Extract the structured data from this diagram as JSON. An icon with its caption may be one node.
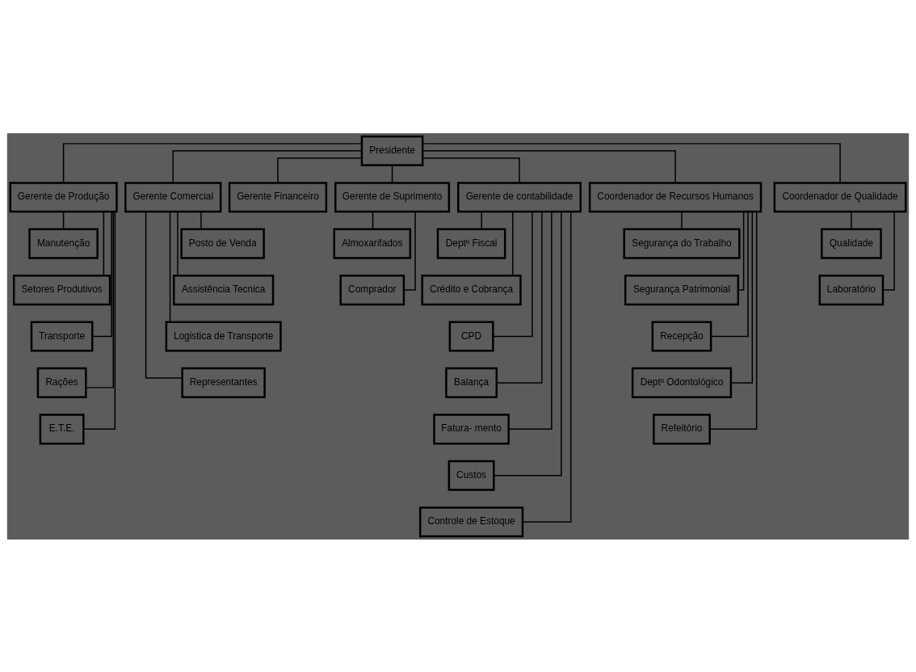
{
  "diagram": {
    "nodes": [
      {
        "text": [
          "Presidente"
        ]
      },
      {
        "text": [
          "Gerente de Produção"
        ]
      },
      {
        "text": [
          "Gerente Comercial"
        ]
      },
      {
        "text": [
          "Gerente Financeiro"
        ]
      },
      {
        "text": [
          "Gerente de Suprimento"
        ]
      },
      {
        "text": [
          "Gerente de contabilidade"
        ]
      },
      {
        "text": [
          "Coordenador de Recursos Humanos"
        ]
      },
      {
        "text": [
          "Coordenador de Qualidade"
        ]
      },
      {
        "text": [
          "Manutenção"
        ]
      },
      {
        "text": [
          "Setores Produtivos"
        ]
      },
      {
        "text": [
          "Transporte"
        ]
      },
      {
        "text": [
          "Rações"
        ]
      },
      {
        "text": [
          "E.T.E."
        ]
      },
      {
        "text": [
          "Posto de Venda"
        ]
      },
      {
        "text": [
          "Assistência Tecnica"
        ]
      },
      {
        "text": [
          "Logistica de Transporte"
        ]
      },
      {
        "text": [
          "Representantes"
        ]
      },
      {
        "text": [
          "Almoxarifados"
        ]
      },
      {
        "text": [
          "Comprador"
        ]
      },
      {
        "text": [
          "Deptº Fiscal"
        ]
      },
      {
        "text": [
          "Crédito e Cobrança"
        ]
      },
      {
        "text": [
          "CPD"
        ]
      },
      {
        "text": [
          "Balança"
        ]
      },
      {
        "text": [
          "Fatura- mento"
        ]
      },
      {
        "text": [
          "Custos"
        ]
      },
      {
        "text": [
          "Controle de Estoque"
        ]
      },
      {
        "text": [
          "Segurança do Trabalho"
        ]
      },
      {
        "text": [
          "Segurança Patrimonial"
        ]
      },
      {
        "text": [
          "Recepção"
        ]
      },
      {
        "text": [
          "Deptº Odontológico"
        ]
      },
      {
        "text": [
          "Refeitório"
        ]
      },
      {
        "text": [
          "Qualidade"
        ]
      },
      {
        "text": [
          "Laboratório"
        ]
      }
    ],
    "edges": [
      {
        "from": 0,
        "to": 1,
        "arrow": "none"
      },
      {
        "from": 0,
        "to": 2,
        "arrow": "none"
      },
      {
        "from": 0,
        "to": 3,
        "arrow": "none"
      },
      {
        "from": 0,
        "to": 4,
        "arrow": "none"
      },
      {
        "from": 0,
        "to": 5,
        "arrow": "none"
      },
      {
        "from": 0,
        "to": 6,
        "arrow": "none"
      },
      {
        "from": 0,
        "to": 7,
        "arrow": "none"
      },
      {
        "from": 1,
        "to": 8,
        "arrow": "none"
      },
      {
        "from": 1,
        "to": 9,
        "arrow": "none"
      },
      {
        "from": 1,
        "to": 10,
        "arrow": "none"
      },
      {
        "from": 1,
        "to": 11,
        "arrow": "none"
      },
      {
        "from": 1,
        "to": 12,
        "arrow": "none"
      },
      {
        "from": 2,
        "to": 13,
        "arrow": "none"
      },
      {
        "from": 2,
        "to": 14,
        "arrow": "none"
      },
      {
        "from": 2,
        "to": 15,
        "arrow": "none"
      },
      {
        "from": 2,
        "to": 16,
        "arrow": "none"
      },
      {
        "from": 4,
        "to": 17,
        "arrow": "none"
      },
      {
        "from": 4,
        "to": 18,
        "arrow": "none"
      },
      {
        "from": 5,
        "to": 19,
        "arrow": "none"
      },
      {
        "from": 5,
        "to": 20,
        "arrow": "none"
      },
      {
        "from": 5,
        "to": 21,
        "arrow": "none"
      },
      {
        "from": 5,
        "to": 22,
        "arrow": "none"
      },
      {
        "from": 5,
        "to": 23,
        "arrow": "none"
      },
      {
        "from": 5,
        "to": 24,
        "arrow": "none"
      },
      {
        "from": 5,
        "to": 25,
        "arrow": "none"
      },
      {
        "from": 6,
        "to": 26,
        "arrow": "none"
      },
      {
        "from": 6,
        "to": 27,
        "arrow": "none"
      },
      {
        "from": 6,
        "to": 28,
        "arrow": "none"
      },
      {
        "from": 6,
        "to": 29,
        "arrow": "none"
      },
      {
        "from": 6,
        "to": 30,
        "arrow": "none"
      },
      {
        "from": 7,
        "to": 31,
        "arrow": "none"
      },
      {
        "from": 7,
        "to": 32,
        "arrow": "none"
      }
    ]
  }
}
